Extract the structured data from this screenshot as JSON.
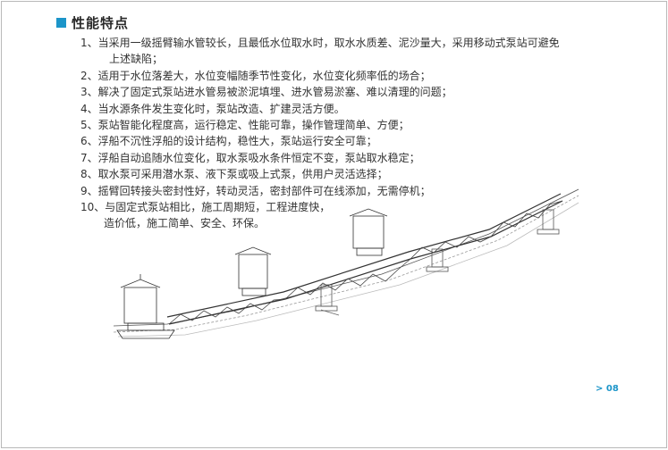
{
  "heading": {
    "title": "性能特点"
  },
  "features": [
    "1、当采用一级摇臂输水管较长，且最低水位取水时，取水水质差、泥沙量大，采用移动式泵站可避免",
    "上述缺陷；",
    "2、适用于水位落差大，水位变幅随季节性变化，水位变化频率低的场合；",
    "3、解决了固定式泵站进水管易被淤泥填埋、进水管易淤塞、难以清理的问题；",
    "4、当水源条件发生变化时，泵站改造、扩建灵活方便。",
    "5、泵站智能化程度高，运行稳定、性能可靠，操作管理简单、方便；",
    "6、浮船不沉性浮船的设计结构，稳性大，泵站运行安全可靠；",
    "7、浮船自动追随水位变化，取水泵吸水条件恒定不变，泵站取水稳定；",
    "8、取水泵可采用潜水泵、液下泵或吸上式泵，供用户灵活选择；",
    "9、摇臂回转接头密封性好，转动灵活，密封部件可在线添加，无需停机；",
    "10、与固定式泵站相比，施工周期短，工程进度快，",
    "造价低，施工简单、安全、环保。"
  ],
  "page_number": "> 08"
}
